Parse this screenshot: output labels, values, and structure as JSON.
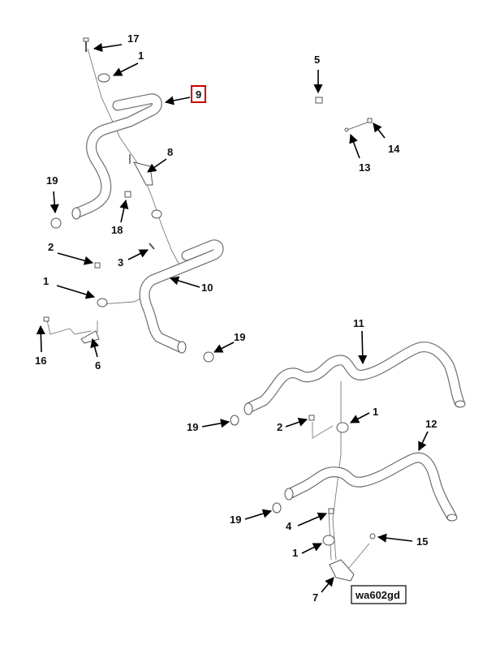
{
  "callouts": {
    "c17": "17",
    "c1_top": "1",
    "c9": "9",
    "c5": "5",
    "c14": "14",
    "c13": "13",
    "c8": "8",
    "c19_a": "19",
    "c18": "18",
    "c2_a": "2",
    "c3": "3",
    "c10": "10",
    "c1_mid": "1",
    "c16": "16",
    "c6": "6",
    "c19_b": "19",
    "c11": "11",
    "c1_low": "1",
    "c19_c": "19",
    "c2_b": "2",
    "c12": "12",
    "c19_d": "19",
    "c4": "4",
    "c15": "15",
    "c1_bottom": "1",
    "c7": "7"
  },
  "highlighted_callout": "9",
  "drawing_code": "wa602gd",
  "colors": {
    "highlight_box": "#cc0000",
    "line": "#6e6e6e",
    "arrow": "#000000"
  }
}
